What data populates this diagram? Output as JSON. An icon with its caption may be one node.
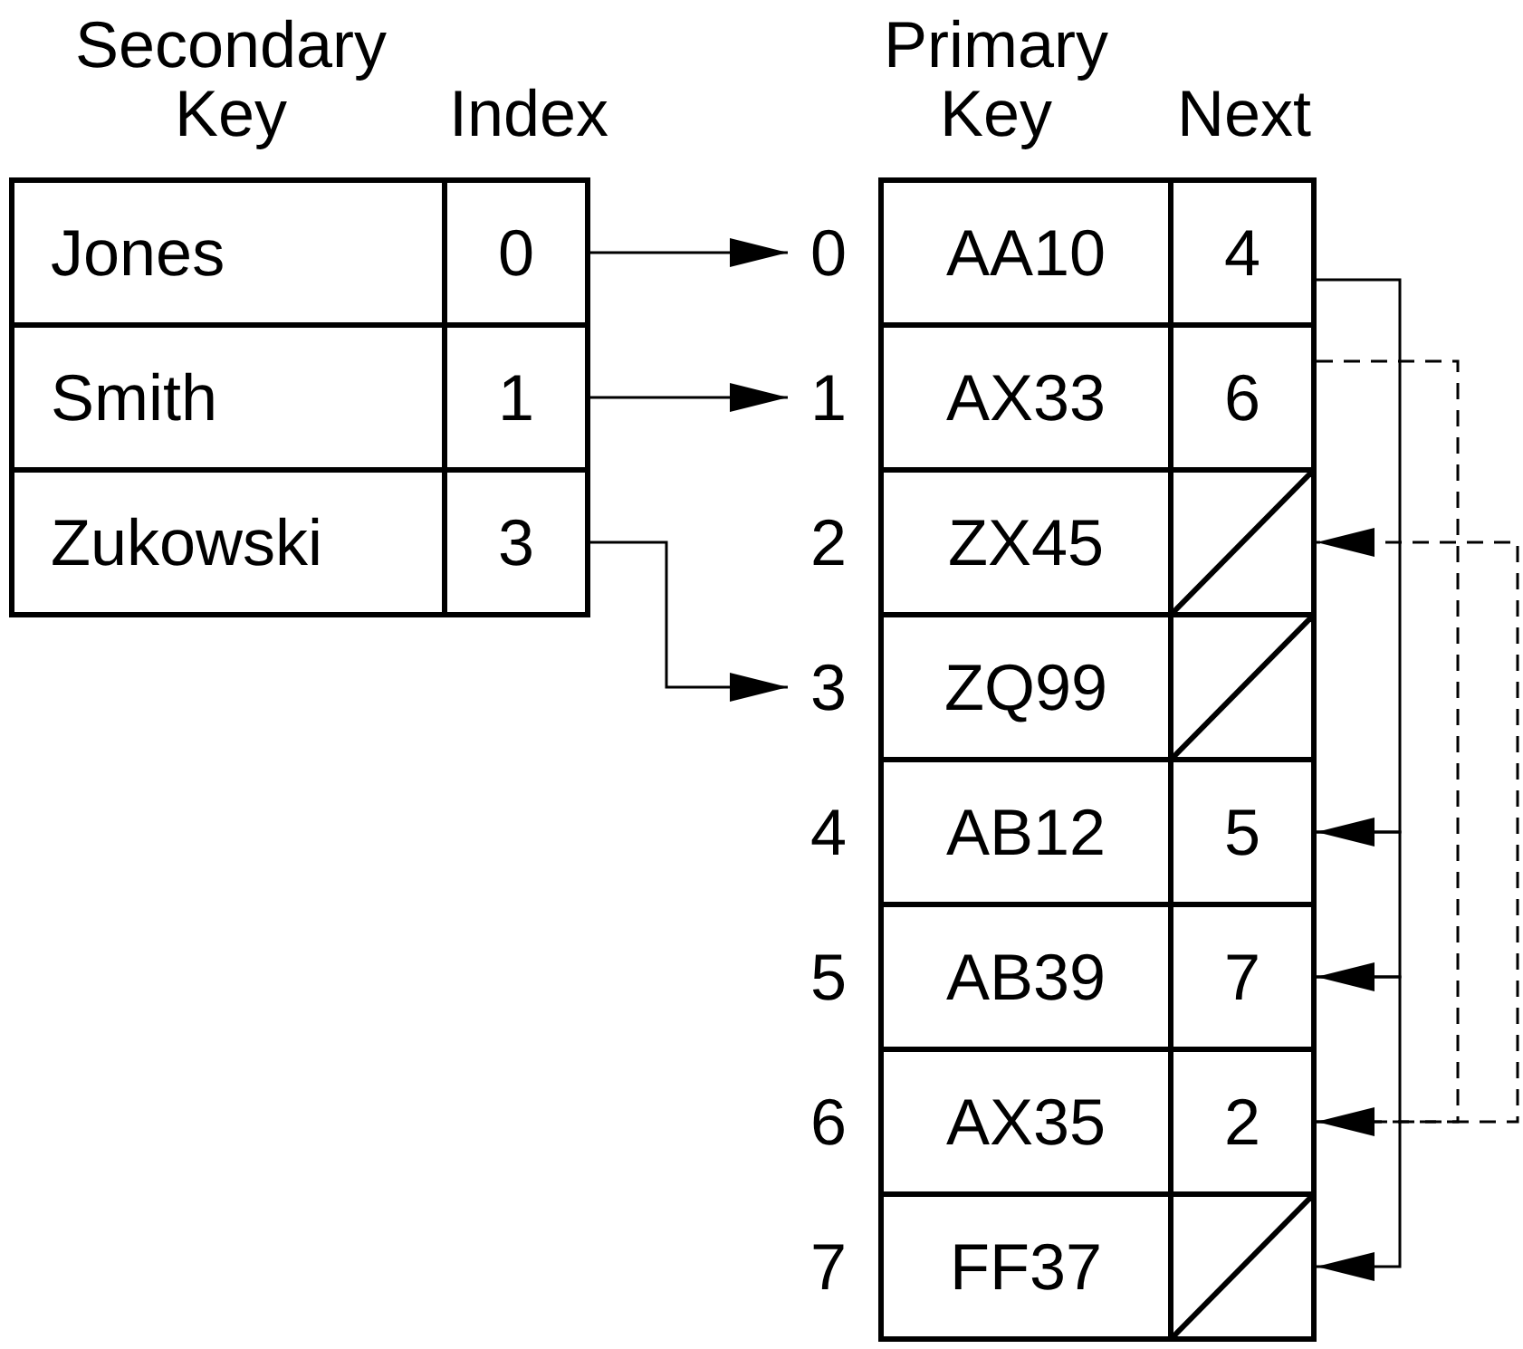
{
  "diagram": {
    "nodes": [
      {
        "text": [
          "Jones"
        ]
      },
      {
        "text": [
          "0"
        ]
      },
      {
        "text": [
          "Smith"
        ]
      },
      {
        "text": [
          "1"
        ]
      },
      {
        "text": [
          "Zukowski"
        ]
      },
      {
        "text": [
          "3"
        ]
      },
      {
        "text": [
          "0"
        ]
      },
      {
        "text": [
          "AA10"
        ]
      },
      {
        "text": [
          "4"
        ]
      },
      {
        "text": [
          "1"
        ]
      },
      {
        "text": [
          "AX33"
        ]
      },
      {
        "text": [
          "6"
        ]
      },
      {
        "text": [
          "2"
        ]
      },
      {
        "text": [
          "ZX45"
        ]
      },
      {
        "text": [],
        "shape": "box"
      },
      {
        "text": [
          "3"
        ]
      },
      {
        "text": [
          "ZQ99"
        ]
      },
      {
        "text": [],
        "shape": "box"
      },
      {
        "text": [
          "4"
        ]
      },
      {
        "text": [
          "AB12"
        ]
      },
      {
        "text": [
          "5"
        ]
      },
      {
        "text": [
          "5"
        ]
      },
      {
        "text": [
          "AB39"
        ]
      },
      {
        "text": [
          "7"
        ]
      },
      {
        "text": [
          "6"
        ]
      },
      {
        "text": [
          "AX35"
        ]
      },
      {
        "text": [
          "2"
        ]
      },
      {
        "text": [
          "7"
        ]
      },
      {
        "text": [
          "FF37"
        ]
      },
      {
        "text": [],
        "shape": "box"
      }
    ],
    "edges": [
      {
        "from": 1,
        "to": 6,
        "arrow": "to"
      },
      {
        "from": 3,
        "to": 9,
        "arrow": "to"
      },
      {
        "from": 5,
        "to": 15,
        "arrow": "to"
      },
      {
        "from": 8,
        "to": 20,
        "arrow": "to"
      },
      {
        "from": 11,
        "to": 26,
        "arrow": "to",
        "style": "dashed"
      },
      {
        "from": 20,
        "to": 23,
        "arrow": "to"
      },
      {
        "from": 23,
        "to": 29,
        "arrow": "to"
      },
      {
        "from": 26,
        "to": 14,
        "arrow": "to",
        "style": "dashed"
      }
    ],
    "labels": [
      "Secondary Key",
      "Index",
      "Primary Key",
      "Next"
    ]
  }
}
